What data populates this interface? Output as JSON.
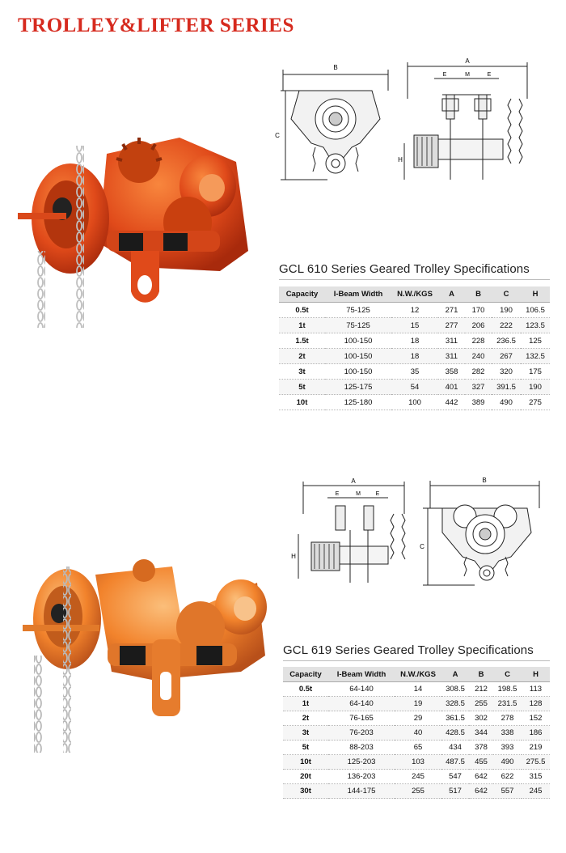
{
  "page": {
    "title": "TROLLEY&LIFTER SERIES",
    "accent_color": "#d62a1e",
    "product_color": "#e04a1a"
  },
  "gcl610": {
    "title": "GCL 610 Series Geared Trolley Specifications",
    "drawing_labels": {
      "b": "B",
      "a": "A",
      "c": "C",
      "h": "H",
      "e1": "E",
      "m": "M",
      "e2": "E"
    },
    "headers": [
      "Capacity",
      "I-Beam Width",
      "N.W./KGS",
      "A",
      "B",
      "C",
      "H"
    ],
    "rows": [
      [
        "0.5t",
        "75-125",
        "12",
        "271",
        "170",
        "190",
        "106.5"
      ],
      [
        "1t",
        "75-125",
        "15",
        "277",
        "206",
        "222",
        "123.5"
      ],
      [
        "1.5t",
        "100-150",
        "18",
        "311",
        "228",
        "236.5",
        "125"
      ],
      [
        "2t",
        "100-150",
        "18",
        "311",
        "240",
        "267",
        "132.5"
      ],
      [
        "3t",
        "100-150",
        "35",
        "358",
        "282",
        "320",
        "175"
      ],
      [
        "5t",
        "125-175",
        "54",
        "401",
        "327",
        "391.5",
        "190"
      ],
      [
        "10t",
        "125-180",
        "100",
        "442",
        "389",
        "490",
        "275"
      ]
    ]
  },
  "gcl619": {
    "title": "GCL 619 Series Geared Trolley Specifications",
    "drawing_labels": {
      "a": "A",
      "b": "B",
      "c": "C",
      "h": "H",
      "e1": "E",
      "m": "M",
      "e2": "E"
    },
    "headers": [
      "Capacity",
      "I-Beam Width",
      "N.W./KGS",
      "A",
      "B",
      "C",
      "H"
    ],
    "rows": [
      [
        "0.5t",
        "64-140",
        "14",
        "308.5",
        "212",
        "198.5",
        "113"
      ],
      [
        "1t",
        "64-140",
        "19",
        "328.5",
        "255",
        "231.5",
        "128"
      ],
      [
        "2t",
        "76-165",
        "29",
        "361.5",
        "302",
        "278",
        "152"
      ],
      [
        "3t",
        "76-203",
        "40",
        "428.5",
        "344",
        "338",
        "186"
      ],
      [
        "5t",
        "88-203",
        "65",
        "434",
        "378",
        "393",
        "219"
      ],
      [
        "10t",
        "125-203",
        "103",
        "487.5",
        "455",
        "490",
        "275.5"
      ],
      [
        "20t",
        "136-203",
        "245",
        "547",
        "642",
        "622",
        "315"
      ],
      [
        "30t",
        "144-175",
        "255",
        "517",
        "642",
        "557",
        "245"
      ]
    ]
  }
}
